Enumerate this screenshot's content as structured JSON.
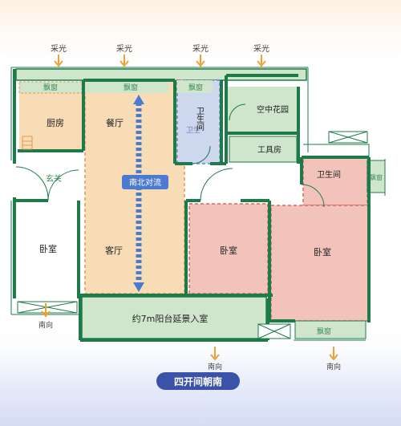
{
  "labels": {
    "light_top": "采光",
    "bay_window": "飘窗",
    "kitchen": "厨房",
    "dining": "餐厅",
    "bathroom_left": "卫生间",
    "bathroom_left_watermark": "卫生",
    "sky_garden": "空中花园",
    "tool_room": "工具房",
    "bathroom_right": "卫生间",
    "entrance": "玄关",
    "convection": "南北对流",
    "bedroom": "卧室",
    "living": "客厅",
    "balcony": "约7m阳台延景入室",
    "south": "南向",
    "slogan": "四开间朝南"
  },
  "colors": {
    "wall": "#1f7a4a",
    "green_zone": "#cfe6cc",
    "orange_zone": "#f8dcb5",
    "blue_zone": "#cdd7ee",
    "red_zone": "#f2c3bb",
    "arrow_orange": "#f0a030",
    "arrow_blue": "#4a7bd0",
    "label_green": "#3c8a5a",
    "slogan_bg": "#3a52a8"
  }
}
